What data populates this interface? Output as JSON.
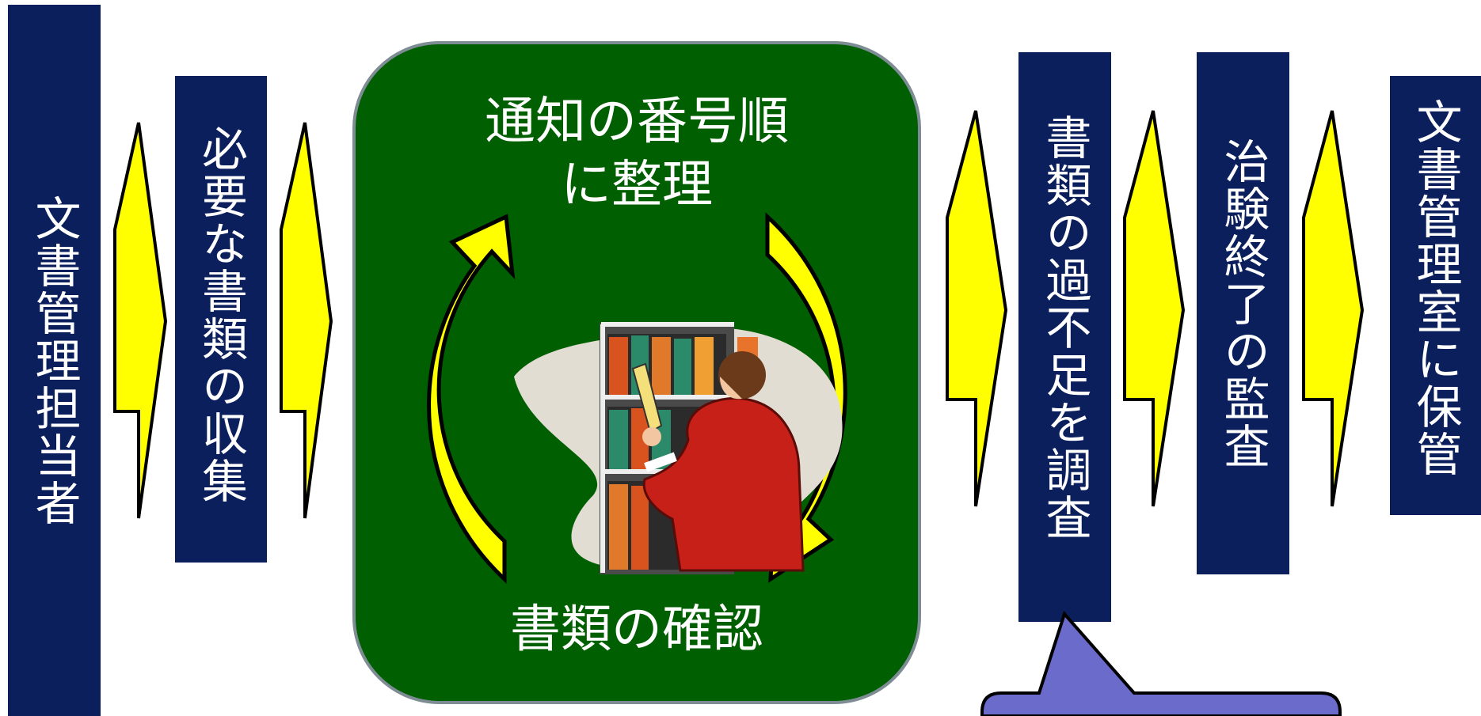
{
  "steps": {
    "step1": "文書管理担当者",
    "step2": "必要な書類の収集",
    "cycle_title_line1": "通知の番号順",
    "cycle_title_line2": "に整理",
    "cycle_bottom": "書類の確認",
    "step4": "書類の過不足を調査",
    "step5": "治験終了の監査",
    "step6": "文書管理室に保管"
  },
  "colors": {
    "box_navy": "#0b1f5c",
    "cycle_green": "#005f00",
    "arrow_yellow": "#ffff00",
    "callout_purple": "#6b6bcc"
  },
  "illustration": "person-filing-books-clipart"
}
